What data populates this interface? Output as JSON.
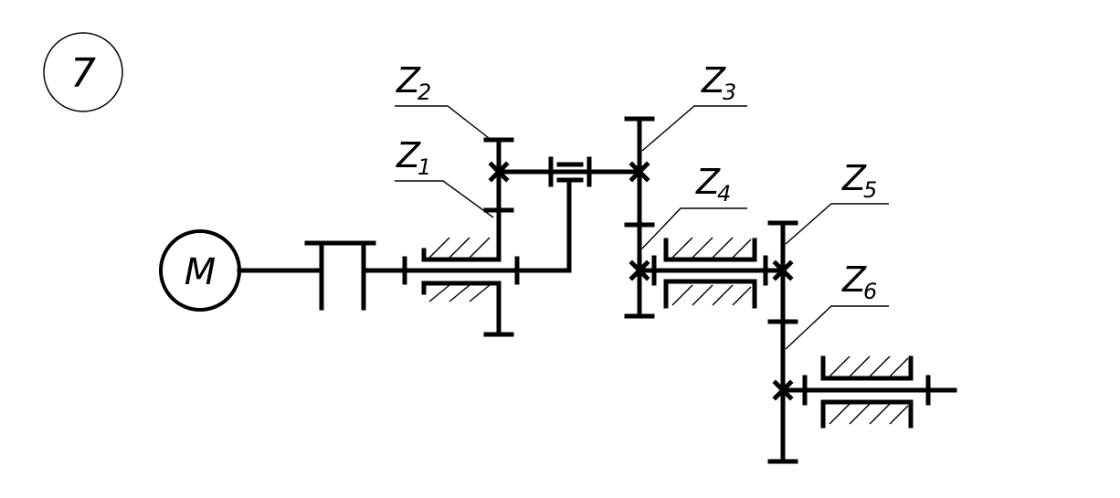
{
  "scheme_number": "7",
  "motor_label": "M",
  "gears": [
    {
      "letter": "Z",
      "index": "1"
    },
    {
      "letter": "Z",
      "index": "2"
    },
    {
      "letter": "Z",
      "index": "3"
    },
    {
      "letter": "Z",
      "index": "4"
    },
    {
      "letter": "Z",
      "index": "5"
    },
    {
      "letter": "Z",
      "index": "6"
    }
  ]
}
